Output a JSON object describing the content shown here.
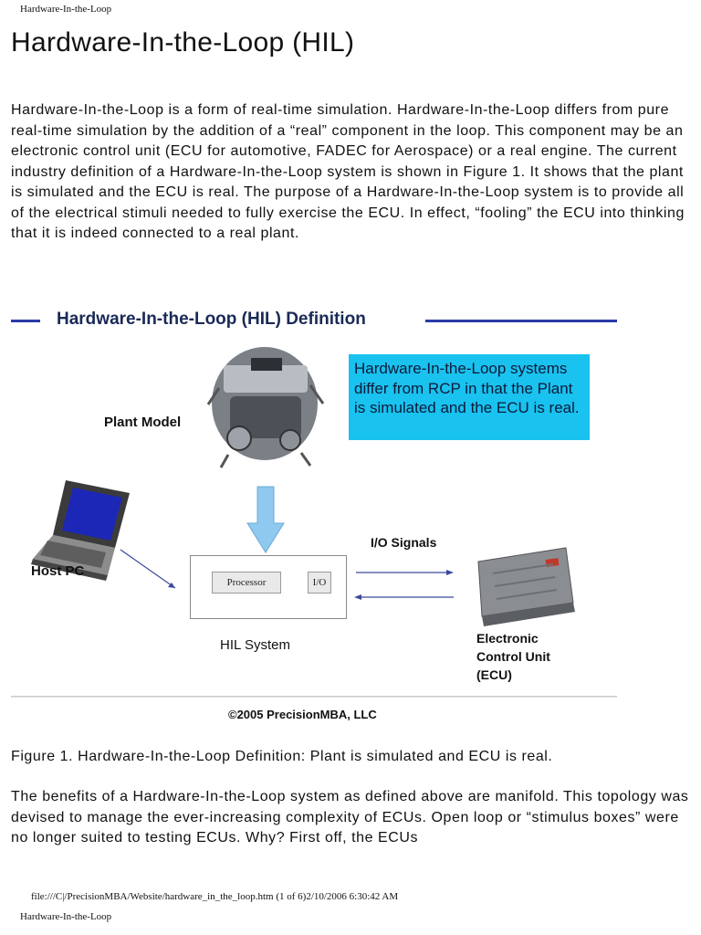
{
  "header": {
    "running_title": "Hardware-In-the-Loop"
  },
  "title": "Hardware-In-the-Loop (HIL)",
  "intro_paragraph": "Hardware-In-the-Loop is a form of real-time simulation.  Hardware-In-the-Loop differs from pure real-time simulation by the addition of a “real” component in the loop. This component may be an electronic control unit (ECU for automotive, FADEC for Aerospace) or a real engine.  The current industry definition of a Hardware-In-the-Loop system is shown in Figure 1.  It shows that the plant is simulated and the ECU is real.  The purpose of a Hardware-In-the-Loop system is to provide all of the electrical stimuli needed to fully exercise the ECU.  In effect, “fooling” the ECU into thinking that it is indeed connected to a real plant.",
  "figure": {
    "title": "Hardware-In-the-Loop (HIL) Definition",
    "callout": "Hardware-In-the-Loop systems differ from RCP in that the Plant is simulated and the ECU is real.",
    "plant_label": "Plant Model",
    "host_label": "Host PC",
    "io_signals_label": "I/O Signals",
    "processor_label": "Processor",
    "io_label": "I/O",
    "hil_system_label": "HIL System",
    "ecu_label_line1": "Electronic",
    "ecu_label_line2": "Control Unit",
    "ecu_label_line3": "(ECU)",
    "copyright": "©2005 PrecisionMBA, LLC",
    "colors": {
      "title_rule": "#2b3aa8",
      "callout_bg": "#19c2ef",
      "arrow_fill": "#8fc9f0"
    }
  },
  "caption": "Figure 1.  Hardware-In-the-Loop Definition:  Plant is simulated and ECU is real.",
  "benefits_paragraph": "The benefits of a Hardware-In-the-Loop system as defined above are manifold.  This topology was devised to manage the ever-increasing complexity of ECUs.  Open loop or “stimulus boxes” were no longer suited to testing ECUs.  Why? First off, the ECUs",
  "footer": {
    "source_line": "file:///C|/PrecisionMBA/Website/hardware_in_the_loop.htm (1 of 6)2/10/2006 6:30:42 AM",
    "running_title": "Hardware-In-the-Loop"
  }
}
